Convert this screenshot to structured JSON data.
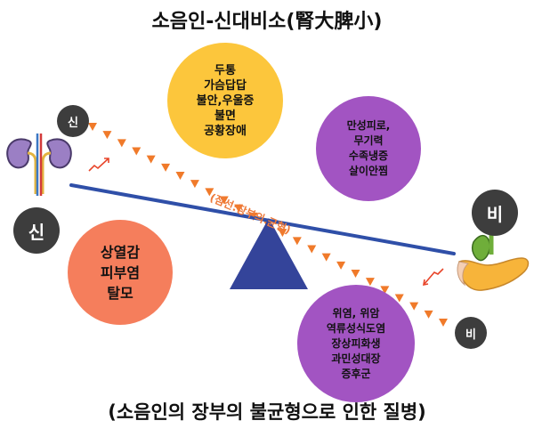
{
  "title": "소음인-신대비소(腎大脾小)",
  "subtitle": "(소음인의 장부의 불균형으로 인한 질병)",
  "labels": {
    "kidney_small": "신",
    "kidney_large": "신",
    "spleen_small": "비",
    "spleen_large": "비",
    "dotted_line": "(점선:장부의 균형)"
  },
  "bubbles": {
    "yellow": [
      "두통",
      "가슴답답",
      "불안,우울증",
      "불면",
      "공황장애"
    ],
    "purple_top": [
      "만성피로,",
      "무기력",
      "수족냉증",
      "살이안찜"
    ],
    "orange": [
      "상열감",
      "피부염",
      "탈모"
    ],
    "purple_bottom": [
      "위염, 위암",
      "역류성식도염",
      "장상피화생",
      "과민성대장",
      "증후군"
    ]
  },
  "colors": {
    "yellow": "#fcc63c",
    "purple": "#a254c2",
    "orange": "#f57e5c",
    "beam": "#2f4fa8",
    "fulcrum": "#34449a",
    "dots": "#f07a2a",
    "badge": "#3d3d3d"
  },
  "icons": [
    "kidney-icon",
    "pancreas-icon"
  ]
}
